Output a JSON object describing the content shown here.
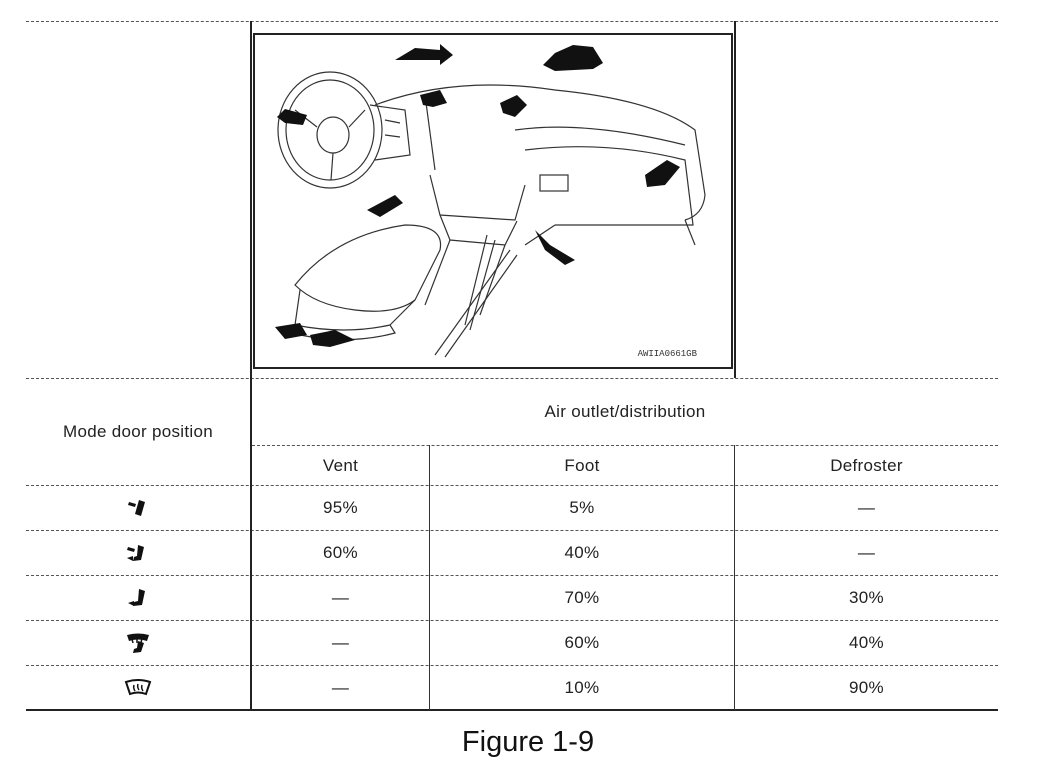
{
  "figure": {
    "illustration_code": "AWIIA0661GB",
    "caption": "Figure 1-9"
  },
  "table": {
    "row_header": "Mode door position",
    "group_header": "Air outlet/distribution",
    "columns": [
      "Vent",
      "Foot",
      "Defroster"
    ],
    "rows": [
      {
        "mode_icon": "vent-mode-icon",
        "vent": "95%",
        "foot": "5%",
        "defroster": "—"
      },
      {
        "mode_icon": "bi-level-mode-icon",
        "vent": "60%",
        "foot": "40%",
        "defroster": "—"
      },
      {
        "mode_icon": "foot-mode-icon",
        "vent": "—",
        "foot": "70%",
        "defroster": "30%"
      },
      {
        "mode_icon": "foot-defrost-mode-icon",
        "vent": "—",
        "foot": "60%",
        "defroster": "40%"
      },
      {
        "mode_icon": "defrost-mode-icon",
        "vent": "—",
        "foot": "10%",
        "defroster": "90%"
      }
    ]
  }
}
